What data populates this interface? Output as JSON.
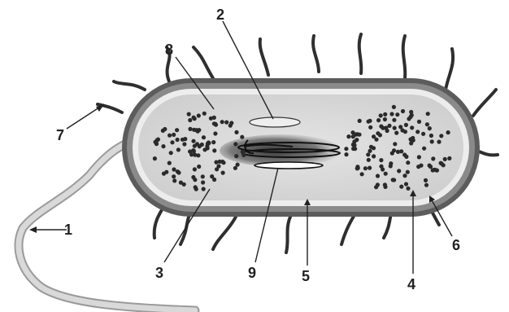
{
  "labels": {
    "l1": "1",
    "l2": "2",
    "l3": "3",
    "l4": "4",
    "l5": "5",
    "l6": "6",
    "l7": "7",
    "l8": "8",
    "l9": "9"
  },
  "colors": {
    "cell_wall": "#8a8a8a",
    "capsule": "#5c5c5c",
    "membrane": "#e8e8e8",
    "cytoplasm": "#dcdcdc",
    "ribosome": "#2a2a2a",
    "pili": "#2f2f2f",
    "flagellum": "#c9c9c9"
  }
}
